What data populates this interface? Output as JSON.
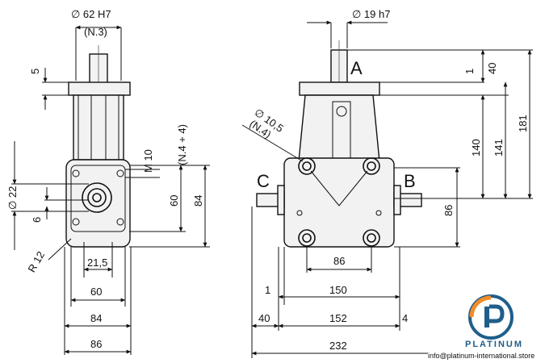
{
  "drawing": {
    "view_left": {
      "dim_shaft_dia": "∅ 62 H7",
      "dim_shaft_note": "(N.3)",
      "dim_5": "5",
      "dim_m10": "M 10",
      "dim_m10_note": "(N.4 + 4)",
      "dim_22": "∅ 22",
      "dim_6": "6",
      "dim_r12": "R 12",
      "dim_60_v": "60",
      "dim_84_v": "84",
      "dim_21_5": "21,5",
      "dim_60_h": "60",
      "dim_84_h": "84",
      "dim_86_h": "86"
    },
    "view_right": {
      "dim_19": "∅ 19 h7",
      "label_a": "A",
      "label_b": "B",
      "label_c": "C",
      "dim_10_5": "∅ 10,5",
      "dim_10_5_note": "(N.4)",
      "dim_1_top": "1",
      "dim_40_v": "40",
      "dim_140": "140",
      "dim_141": "141",
      "dim_181": "181",
      "dim_86_v": "86",
      "dim_86_h": "86",
      "dim_1_h": "1",
      "dim_150": "150",
      "dim_40_h": "40",
      "dim_152": "152",
      "dim_4": "4",
      "dim_232": "232"
    }
  },
  "brand": {
    "name": "PLATINUM",
    "email": "info@platinum-international.store",
    "color_primary": "#1f5e8a",
    "color_accent": "#f28c28"
  }
}
